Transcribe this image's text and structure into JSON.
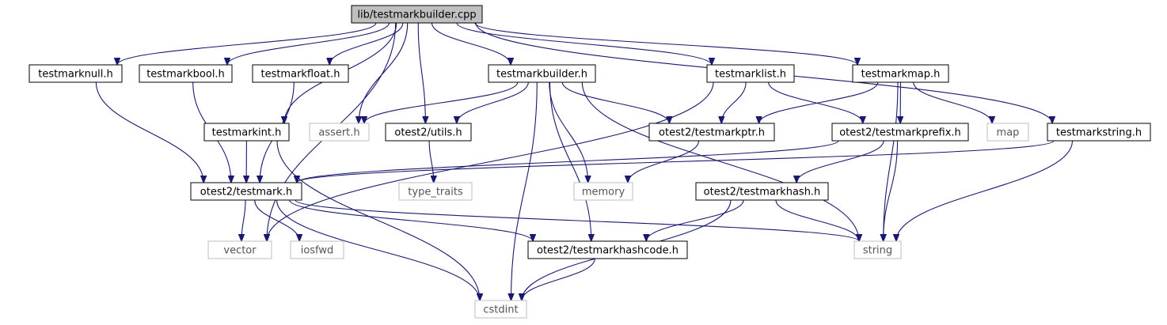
{
  "colors": {
    "root_fill": "#bfbfbf",
    "node_stroke": "#000000",
    "external_stroke": "#bfbfbf",
    "edge": "#191970"
  },
  "nodes": [
    {
      "id": "root",
      "label": "lib/testmarkbuilder.cpp",
      "kind": "root"
    },
    {
      "id": "tnull",
      "label": "testmarknull.h",
      "kind": "header"
    },
    {
      "id": "tbool",
      "label": "testmarkbool.h",
      "kind": "header"
    },
    {
      "id": "tfloat",
      "label": "testmarkfloat.h",
      "kind": "header"
    },
    {
      "id": "tbuilder",
      "label": "testmarkbuilder.h",
      "kind": "header"
    },
    {
      "id": "tlist",
      "label": "testmarklist.h",
      "kind": "header"
    },
    {
      "id": "tmap",
      "label": "testmarkmap.h",
      "kind": "header"
    },
    {
      "id": "tint",
      "label": "testmarkint.h",
      "kind": "header"
    },
    {
      "id": "assert",
      "label": "assert.h",
      "kind": "external"
    },
    {
      "id": "utils",
      "label": "otest2/utils.h",
      "kind": "header"
    },
    {
      "id": "tptr",
      "label": "otest2/testmarkptr.h",
      "kind": "header"
    },
    {
      "id": "tprefix",
      "label": "otest2/testmarkprefix.h",
      "kind": "header"
    },
    {
      "id": "map",
      "label": "map",
      "kind": "external"
    },
    {
      "id": "tstring",
      "label": "testmarkstring.h",
      "kind": "header"
    },
    {
      "id": "testmark",
      "label": "otest2/testmark.h",
      "kind": "header"
    },
    {
      "id": "type_traits",
      "label": "type_traits",
      "kind": "external"
    },
    {
      "id": "memory",
      "label": "memory",
      "kind": "external"
    },
    {
      "id": "thash",
      "label": "otest2/testmarkhash.h",
      "kind": "header"
    },
    {
      "id": "vector",
      "label": "vector",
      "kind": "external"
    },
    {
      "id": "iosfwd",
      "label": "iosfwd",
      "kind": "external"
    },
    {
      "id": "thashcode",
      "label": "otest2/testmarkhashcode.h",
      "kind": "header"
    },
    {
      "id": "string",
      "label": "string",
      "kind": "external"
    },
    {
      "id": "cstdint",
      "label": "cstdint",
      "kind": "external"
    }
  ],
  "edges": [
    [
      "root",
      "tnull"
    ],
    [
      "root",
      "tbool"
    ],
    [
      "root",
      "tfloat"
    ],
    [
      "root",
      "tbuilder"
    ],
    [
      "root",
      "tlist"
    ],
    [
      "root",
      "tmap"
    ],
    [
      "root",
      "tint"
    ],
    [
      "root",
      "assert"
    ],
    [
      "root",
      "utils"
    ],
    [
      "root",
      "tstring"
    ],
    [
      "root",
      "vector"
    ],
    [
      "tnull",
      "testmark"
    ],
    [
      "tbool",
      "testmark"
    ],
    [
      "tfloat",
      "testmark"
    ],
    [
      "tint",
      "testmark"
    ],
    [
      "tint",
      "cstdint"
    ],
    [
      "tbuilder",
      "assert"
    ],
    [
      "tbuilder",
      "utils"
    ],
    [
      "tbuilder",
      "tptr"
    ],
    [
      "tbuilder",
      "memory"
    ],
    [
      "tbuilder",
      "thashcode"
    ],
    [
      "tbuilder",
      "cstdint"
    ],
    [
      "tbuilder",
      "string"
    ],
    [
      "tlist",
      "tptr"
    ],
    [
      "tlist",
      "tprefix"
    ],
    [
      "tlist",
      "vector"
    ],
    [
      "tmap",
      "tptr"
    ],
    [
      "tmap",
      "tprefix"
    ],
    [
      "tmap",
      "map"
    ],
    [
      "tmap",
      "string"
    ],
    [
      "utils",
      "type_traits"
    ],
    [
      "tptr",
      "memory"
    ],
    [
      "tprefix",
      "testmark"
    ],
    [
      "tprefix",
      "thash"
    ],
    [
      "tprefix",
      "string"
    ],
    [
      "tstring",
      "testmark"
    ],
    [
      "tstring",
      "string"
    ],
    [
      "testmark",
      "vector"
    ],
    [
      "testmark",
      "iosfwd"
    ],
    [
      "testmark",
      "thashcode"
    ],
    [
      "testmark",
      "string"
    ],
    [
      "testmark",
      "cstdint"
    ],
    [
      "thash",
      "thashcode"
    ],
    [
      "thash",
      "string"
    ],
    [
      "thash",
      "cstdint"
    ],
    [
      "thashcode",
      "cstdint"
    ]
  ]
}
